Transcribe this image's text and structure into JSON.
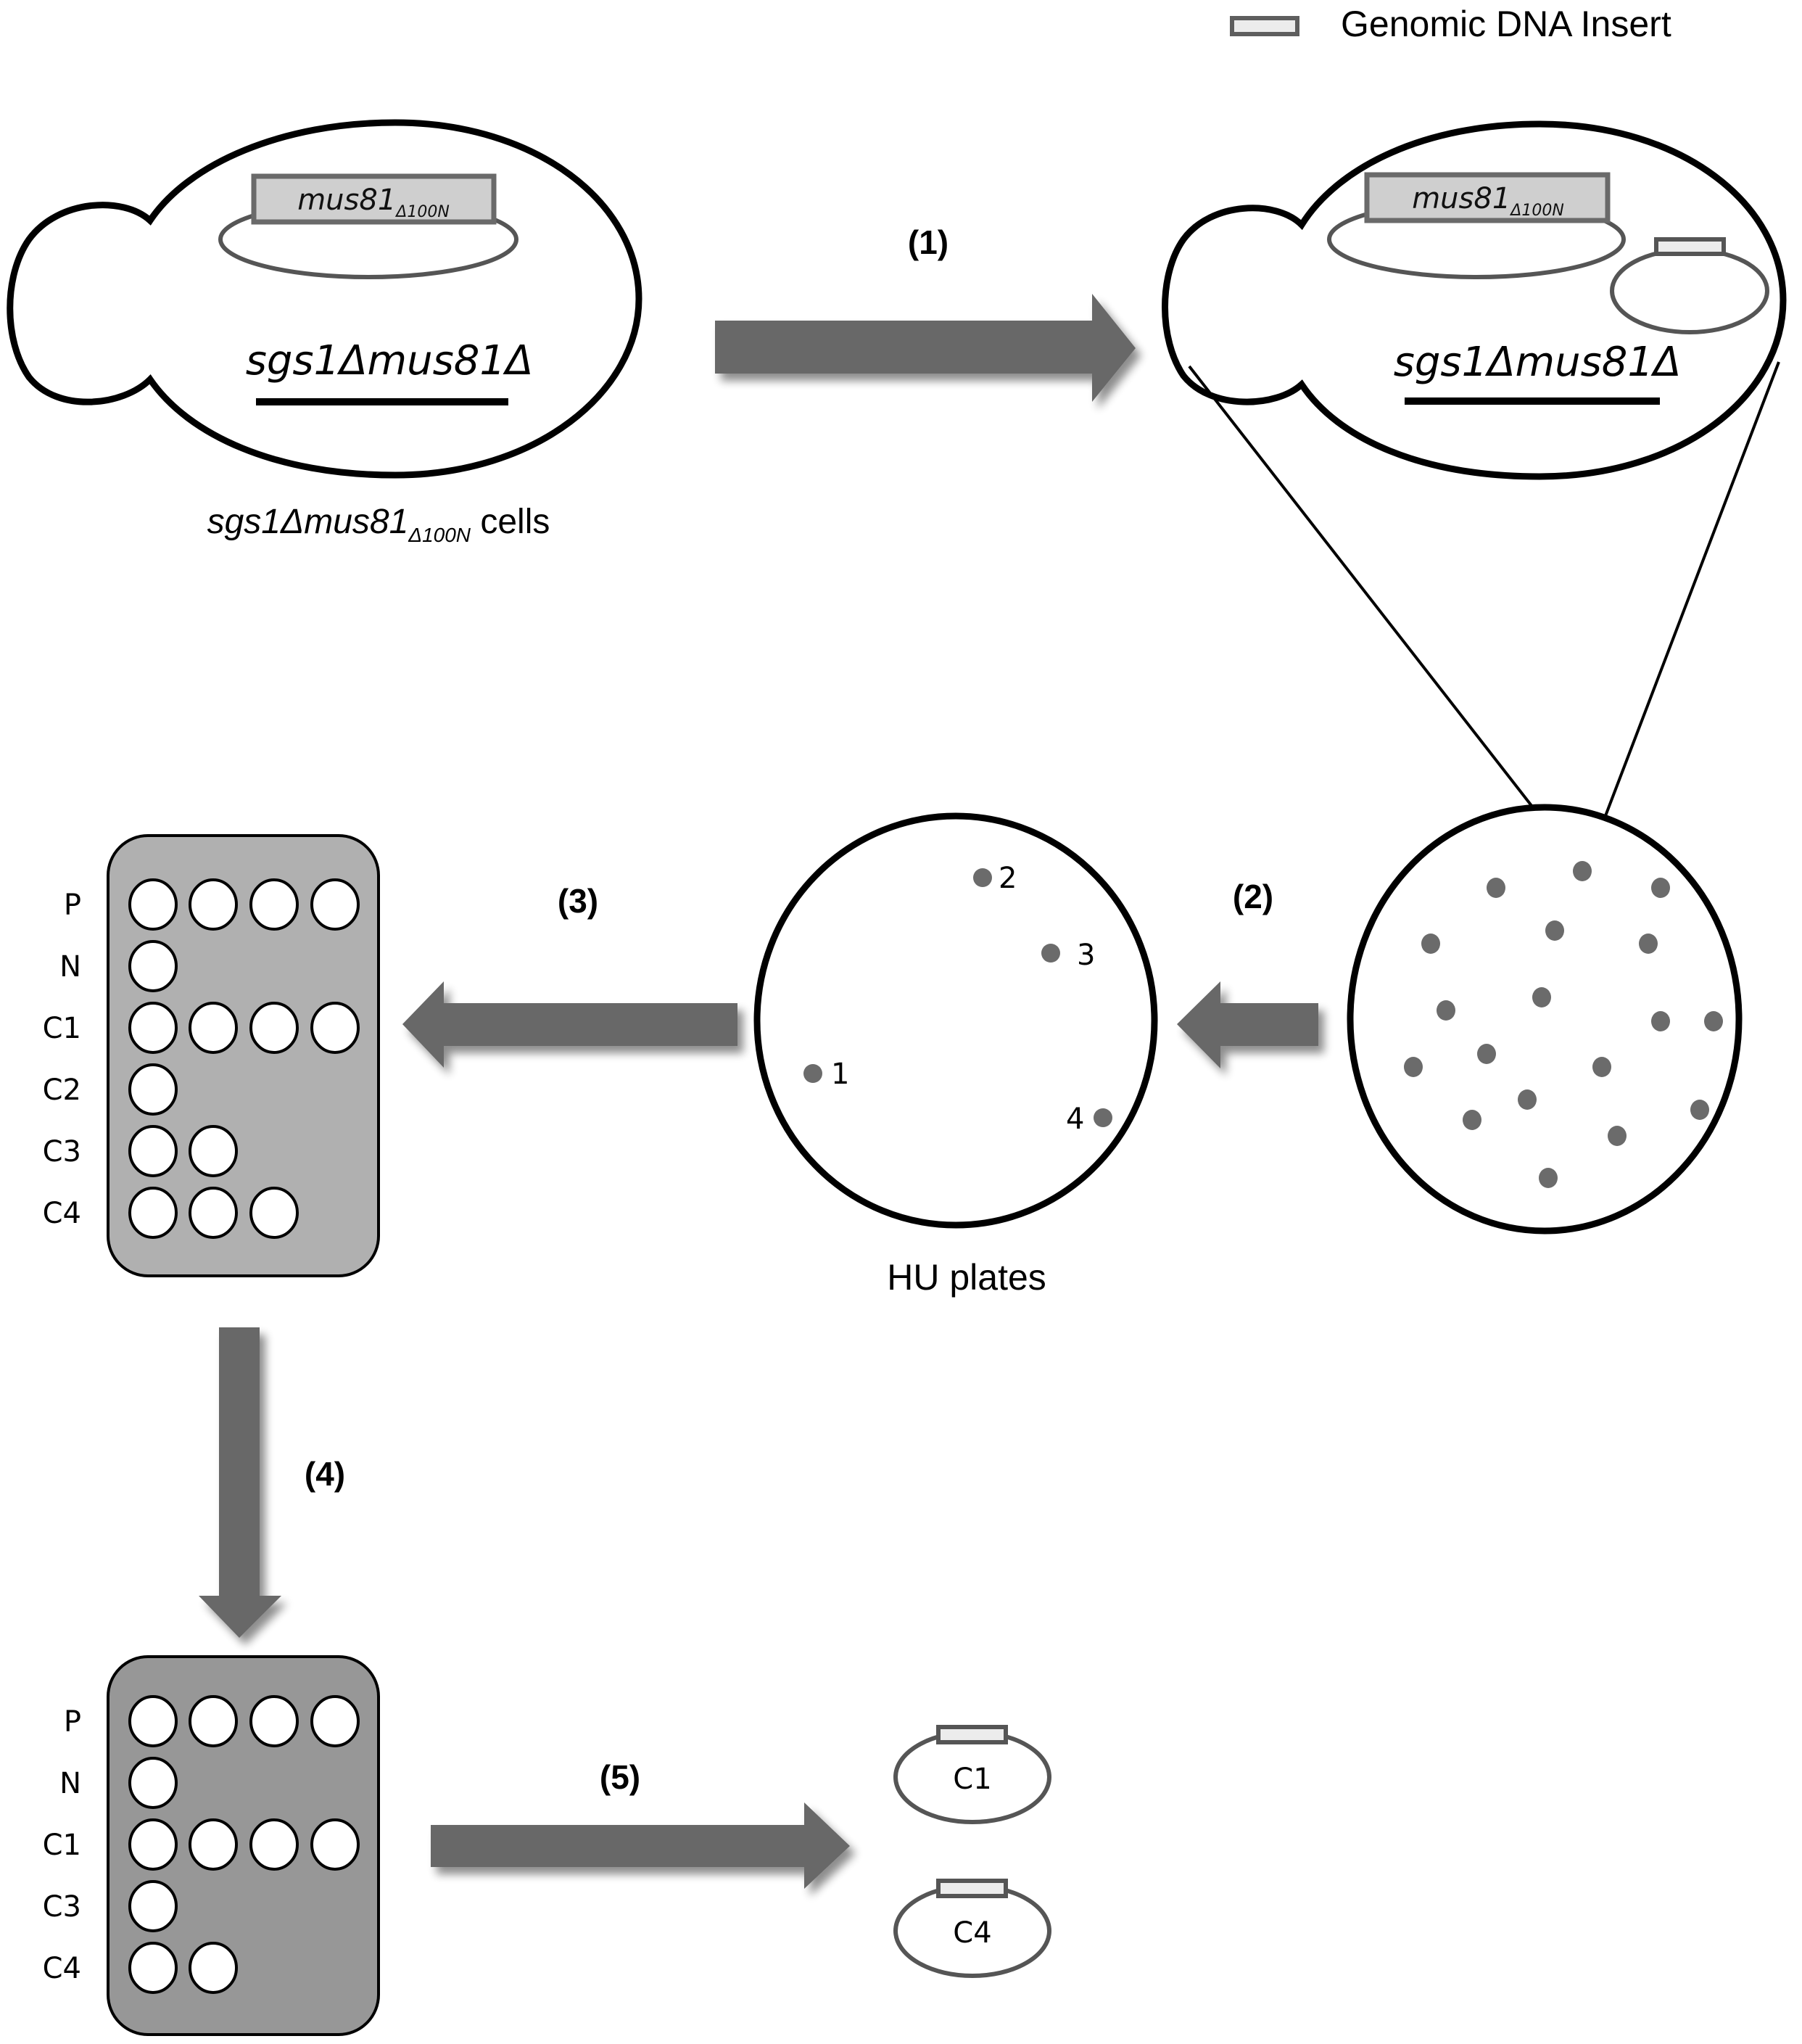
{
  "legend": {
    "insert_icon": "genomic-dna-insert-icon",
    "label": "Genomic DNA Insert"
  },
  "colors": {
    "arrow": "#686868",
    "colony": "#6b6b6b",
    "gene_box_fill": "#cfcfcf",
    "insert_fill": "#ececec",
    "plate1_fill": "#b0b0b0",
    "plate2_fill": "#979797",
    "plasmid_stroke": "#555555"
  },
  "cell_left": {
    "plasmid_gene": "mus81",
    "plasmid_gene_sub": "Δ100N",
    "genotype": "sgs1Δmus81Δ",
    "caption_main": "sgs1Δmus81",
    "caption_sub": "Δ100N",
    "caption_suffix": " cells"
  },
  "cell_right": {
    "plasmid_gene": "mus81",
    "plasmid_gene_sub": "Δ100N",
    "genotype": "sgs1Δmus81Δ"
  },
  "steps": {
    "s1": "(1)",
    "s2": "(2)",
    "s3": "(3)",
    "s4": "(4)",
    "s5": "(5)"
  },
  "hu_plate": {
    "caption": "HU plates",
    "colonies": [
      {
        "label": "1"
      },
      {
        "label": "2"
      },
      {
        "label": "3"
      },
      {
        "label": "4"
      }
    ]
  },
  "transformant_plate": {
    "colony_count": 18
  },
  "plate_screen_1": {
    "rows": [
      {
        "label": "P",
        "wells": 4
      },
      {
        "label": "N",
        "wells": 1
      },
      {
        "label": "C1",
        "wells": 4
      },
      {
        "label": "C2",
        "wells": 1
      },
      {
        "label": "C3",
        "wells": 2
      },
      {
        "label": "C4",
        "wells": 3
      }
    ]
  },
  "plate_screen_2": {
    "rows": [
      {
        "label": "P",
        "wells": 4
      },
      {
        "label": "N",
        "wells": 1
      },
      {
        "label": "C1",
        "wells": 4
      },
      {
        "label": "C3",
        "wells": 1
      },
      {
        "label": "C4",
        "wells": 2
      }
    ]
  },
  "recovered_plasmids": [
    {
      "label": "C1"
    },
    {
      "label": "C4"
    }
  ]
}
